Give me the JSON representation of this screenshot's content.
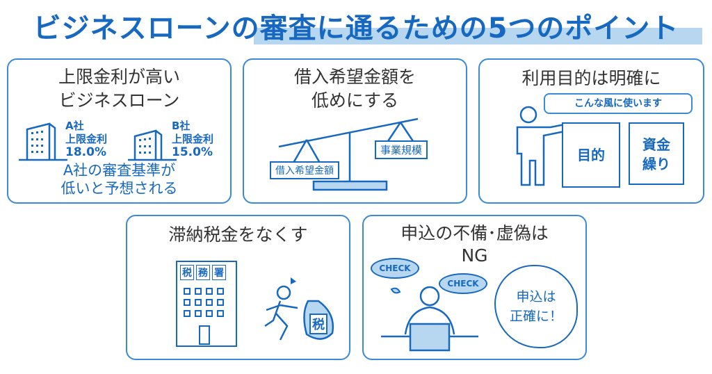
{
  "title": "ビジネスローンの審査に通るための5つのポイント",
  "colors": {
    "accent": "#1668c0",
    "border": "#3a8ad6",
    "highlight": "#b7d6f0"
  },
  "cards": [
    {
      "title_line1": "上限金利が高い",
      "title_line2": "ビジネスローン",
      "company_a": {
        "name": "A社",
        "label": "上限金利",
        "rate": "18.0%"
      },
      "company_b": {
        "name": "B社",
        "label": "上限金利",
        "rate": "15.0%"
      },
      "note_line1": "A社の審査基準が",
      "note_line2": "低いと予想される"
    },
    {
      "title_line1": "借入希望金額を",
      "title_line2": "低めにする",
      "left_label": "借入希望金額",
      "right_label": "事業規模"
    },
    {
      "title": "利用目的は明確に",
      "speech": "こんな風に使います",
      "box1": "目的",
      "box2_line1": "資金",
      "box2_line2": "繰り"
    },
    {
      "title": "滞納税金をなくす",
      "sign": [
        "税",
        "務",
        "署"
      ],
      "bag_label": "税"
    },
    {
      "title_line1": "申込の不備･虚偽は",
      "title_line2": "NG",
      "bubble1": "CHECK",
      "bubble2": "CHECK",
      "cloud_line1": "申込は",
      "cloud_line2": "正確に！"
    }
  ]
}
